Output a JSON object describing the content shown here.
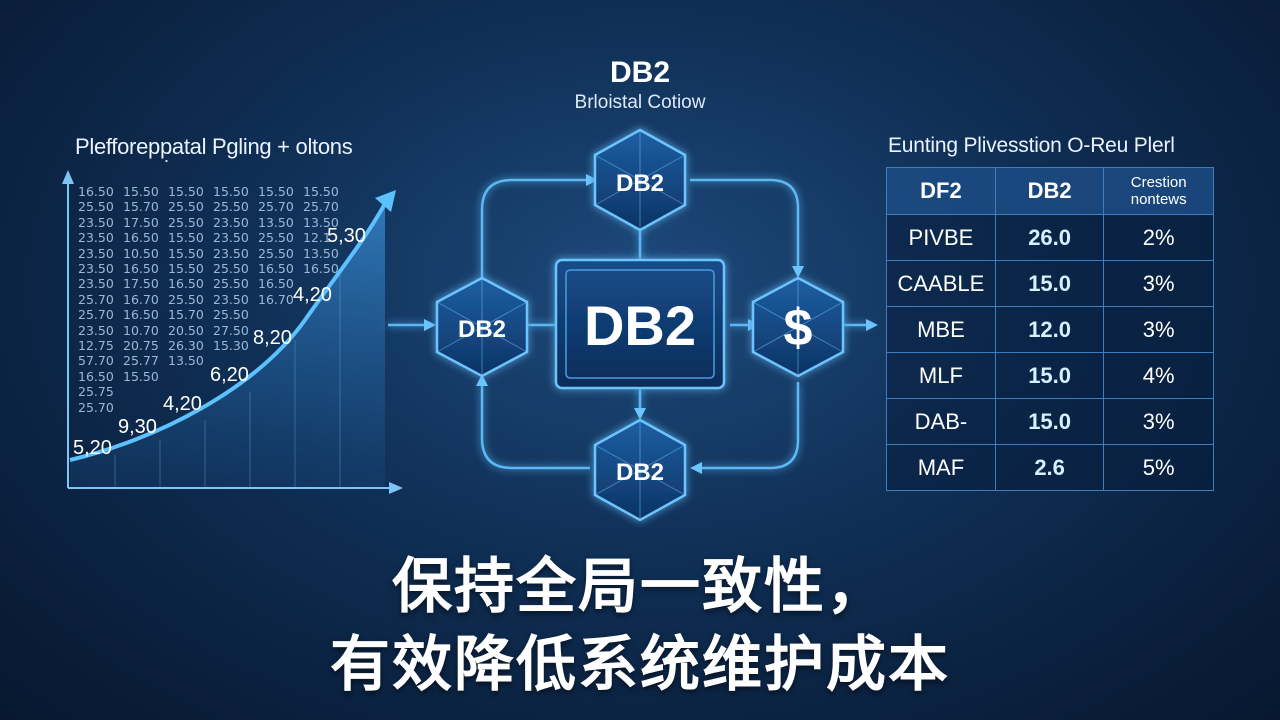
{
  "chart": {
    "title": "Plefforepp̣atal Pgling + oltons",
    "matrix": [
      [
        "16.50",
        "15.50",
        "15.50",
        "15.50",
        "15.50",
        "15.50"
      ],
      [
        "25.50",
        "15.70",
        "25.50",
        "25.50",
        "25.70",
        "25.70"
      ],
      [
        "23.50",
        "17.50",
        "25.50",
        "23.50",
        "13.50",
        "13.50"
      ],
      [
        "23.50",
        "16.50",
        "15.50",
        "23.50",
        "25.50",
        "12.1"
      ],
      [
        "23.50",
        "10.50",
        "15.50",
        "23.50",
        "25.50",
        "13.50"
      ],
      [
        "23.50",
        "16.50",
        "15.50",
        "25.50",
        "16.50",
        "16.50"
      ],
      [
        "23.50",
        "17.50",
        "16.50",
        "25.50",
        "16.50",
        ""
      ],
      [
        "25.70",
        "16.70",
        "25.50",
        "23.50",
        "16.70",
        ""
      ],
      [
        "25.70",
        "16.50",
        "15.70",
        "25.50",
        "",
        ""
      ],
      [
        "23.50",
        "10.70",
        "20.50",
        "27.50",
        "",
        ""
      ],
      [
        "12.75",
        "20.75",
        "26.30",
        "15.30",
        "",
        ""
      ],
      [
        "57.70",
        "25.77",
        "13.50",
        "",
        "",
        ""
      ],
      [
        "16.50",
        "15.50",
        "",
        "",
        "",
        ""
      ],
      [
        "25.75",
        "",
        "",
        "",
        "",
        ""
      ],
      [
        "25.70",
        "",
        "",
        "",
        "",
        ""
      ]
    ],
    "labels": [
      "5,20",
      "9,30",
      "4,20",
      "6,20",
      "8,20",
      "4,20",
      "5,30"
    ]
  },
  "center": {
    "title": "DB2",
    "subtitle": "Brloistal Cotiow",
    "main_label": "DB2",
    "top_node": "DB2",
    "left_node": "DB2",
    "bottom_node": "DB2",
    "right_node": "$"
  },
  "table": {
    "title": "Eunting Plivesstion O-Reu Plerl",
    "headers": [
      "DF2",
      "DB2",
      "Crestion nontews"
    ],
    "rows": [
      [
        "PIVBE",
        "26.0",
        "2%"
      ],
      [
        "CAABLE",
        "15.0",
        "3%"
      ],
      [
        "MBE",
        "12.0",
        "3%"
      ],
      [
        "MLF",
        "15.0",
        "4%"
      ],
      [
        "DAB-",
        "15.0",
        "3%"
      ],
      [
        "MAF",
        "2.6",
        "5%"
      ]
    ]
  },
  "caption": {
    "line1": "保持全局一致性，",
    "line2": "有效降低系统维护成本"
  },
  "colors": {
    "accent": "#4fb3ff",
    "background": "#0f2f55",
    "table_border": "#3d7ec0"
  }
}
